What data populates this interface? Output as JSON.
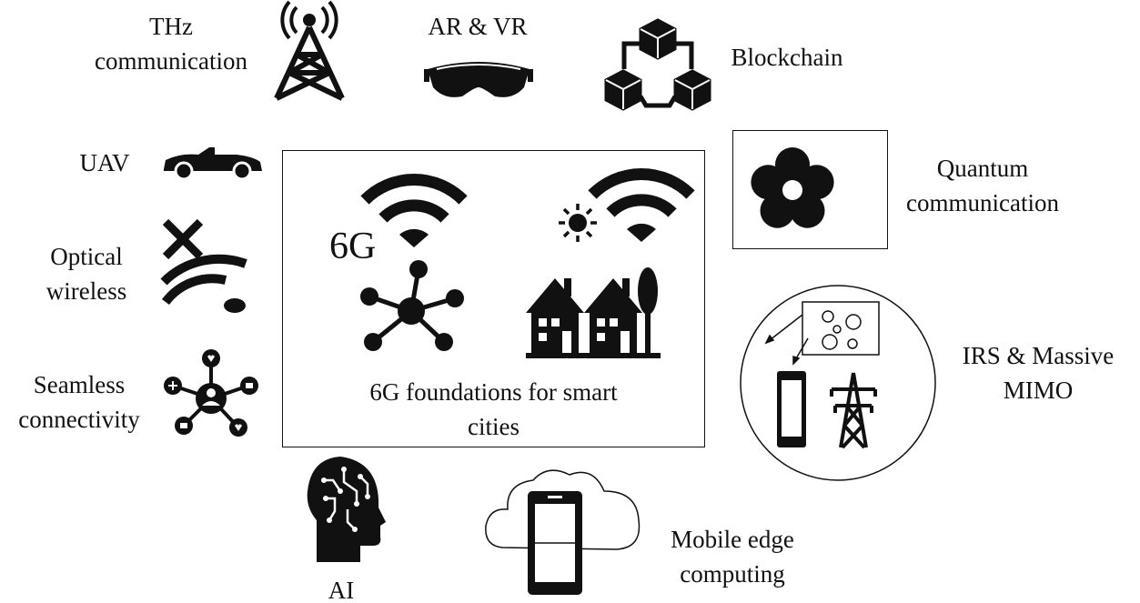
{
  "center": {
    "title_line1": "6G foundations for smart",
    "title_line2": "cities",
    "badge_6g": "6G"
  },
  "labels": {
    "thz_line1": "THz",
    "thz_line2": "communication",
    "arvr": "AR & VR",
    "blockchain": "Blockchain",
    "uav": "UAV",
    "optical_line1": "Optical",
    "optical_line2": "wireless",
    "seamless_line1": "Seamless",
    "seamless_line2": "connectivity",
    "quantum_line1": "Quantum",
    "quantum_line2": "communication",
    "irs_line1": "IRS & Massive",
    "irs_line2": "MIMO",
    "ai": "AI",
    "mec_line1": "Mobile edge",
    "mec_line2": "computing"
  },
  "icons": {
    "thz": "cell-tower-icon",
    "arvr": "vr-headset-icon",
    "blockchain": "blockchain-cubes-icon",
    "uav": "car-icon",
    "optical": "wifi-off-icon",
    "seamless": "social-network-icon",
    "quantum": "flower-icon",
    "irs": "phone-and-pylon-icon",
    "ai": "ai-head-icon",
    "mec": "cloud-phone-icon"
  },
  "colors": {
    "ink": "#111111",
    "background": "#ffffff"
  }
}
